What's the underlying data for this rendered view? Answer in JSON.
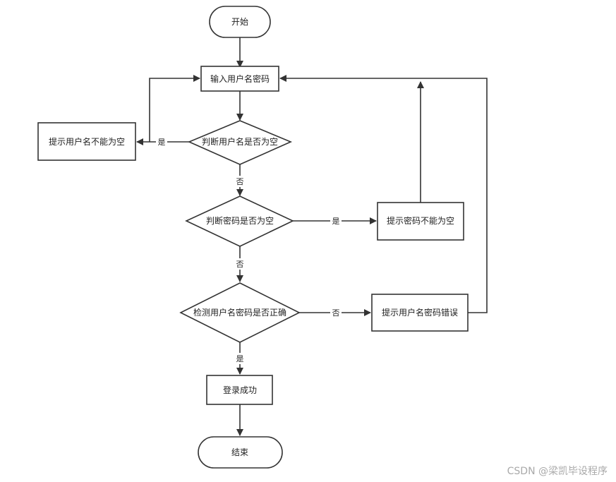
{
  "nodes": {
    "start": "开始",
    "input_credentials": "输入用户名密码",
    "check_username_empty": "判断用户名是否为空",
    "prompt_username_empty": "提示用户名不能为空",
    "check_password_empty": "判断密码是否为空",
    "prompt_password_empty": "提示密码不能为空",
    "verify_credentials": "检测用户名密码是否正确",
    "prompt_credentials_wrong": "提示用户名密码错误",
    "login_success": "登录成功",
    "end": "结束"
  },
  "edge_labels": {
    "username_empty_yes": "是",
    "username_empty_no": "否",
    "password_empty_yes": "是",
    "password_empty_no": "否",
    "verify_no": "否",
    "verify_yes": "是"
  },
  "watermark": "CSDN @梁凯毕设程序"
}
